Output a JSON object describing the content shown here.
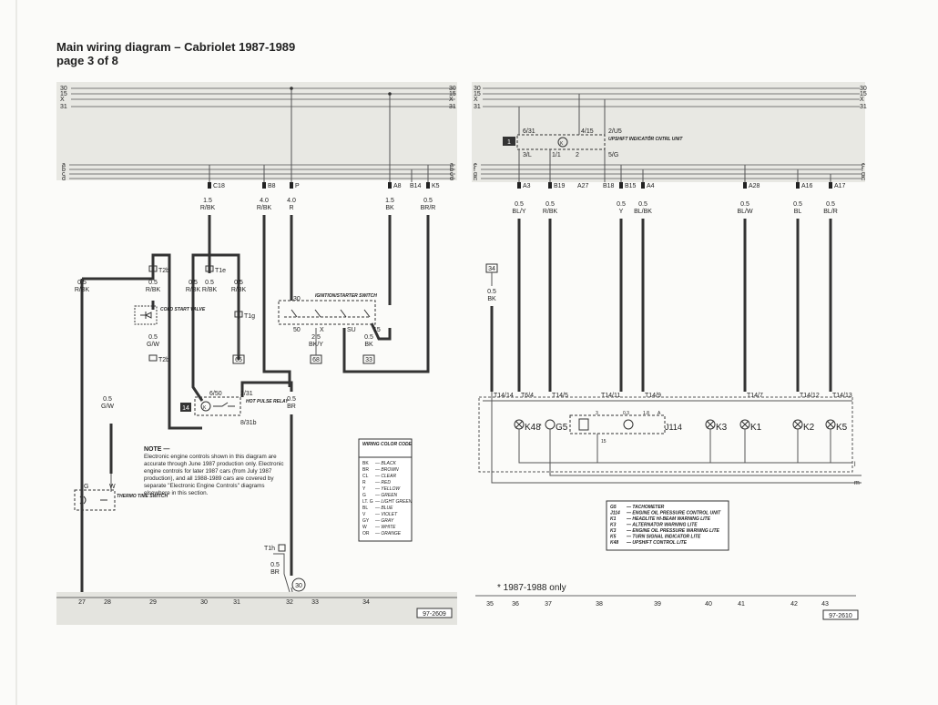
{
  "header": {
    "title": "Main wiring diagram – Cabriolet 1987-1989",
    "subtitle": "page 3 of 8"
  },
  "buses_left": {
    "top_l": [
      "30",
      "15",
      "X",
      "31"
    ],
    "top_r": [
      "30",
      "15",
      "X",
      "31"
    ],
    "mid_l": [
      "a",
      "b",
      "c",
      "d"
    ],
    "mid_r": [
      "a",
      "b",
      "c",
      "d"
    ]
  },
  "buses_right": {
    "top_l": [
      "30",
      "15",
      "X",
      "31"
    ],
    "top_r": [
      "30",
      "15",
      "X",
      "31"
    ],
    "mid_l": [
      "e",
      "f",
      "g",
      "h"
    ],
    "mid_r": [
      "e",
      "f",
      "g",
      "h"
    ]
  },
  "left_terminals": [
    "C18",
    "B8",
    "P",
    "A8",
    "B14",
    "K5"
  ],
  "left_wires": [
    {
      "size": "1.5",
      "color": "R/BK"
    },
    {
      "size": "4.0",
      "color": "R/BK"
    },
    {
      "size": "4.0",
      "color": "R"
    },
    {
      "size": "1.5",
      "color": "BK"
    },
    {
      "size": "0.5",
      "color": "BR/R"
    }
  ],
  "left_lower": {
    "w1": {
      "size": "0.5",
      "color": "R/BK"
    },
    "t2b": "T2b",
    "t1e": "T1e",
    "t1g": "T1g",
    "w2": {
      "size": "0.5",
      "color": "R/BK"
    },
    "w3": {
      "size": "0.5",
      "color": "R/BK"
    },
    "w4": {
      "size": "0.5",
      "color": "R/BK"
    },
    "w5": {
      "size": "0.5",
      "color": "R/BK"
    },
    "cold_start": "COLD START VALVE",
    "w6": {
      "size": "0.5",
      "color": "G/W"
    },
    "t2b_2": "T2b",
    "ref_65": "65",
    "ign_switch": "IGNITION/STARTER SWITCH",
    "ign_30": "30",
    "ign_50": "50",
    "ign_x": "X",
    "ign_su": "SU",
    "ign_15": "15",
    "w7": {
      "size": "2.5",
      "color": "BK/Y"
    },
    "w8": {
      "size": "0.5",
      "color": "BK"
    },
    "ref_68": "68",
    "ref_33": "33",
    "relay_ref": "14",
    "relay_pins": [
      "6/50",
      "2/31",
      "8/31b"
    ],
    "relay_name": "HOT PULSE RELAY",
    "w9": {
      "size": "0.5",
      "color": "BR"
    },
    "w10": {
      "size": "0.5",
      "color": "G/W"
    },
    "thermo": "THERMO TIME SWITCH",
    "thermo_g": "G",
    "thermo_w": "W",
    "t1h": "T1h",
    "w11": {
      "size": "0.5",
      "color": "BR"
    },
    "ground_30": "30"
  },
  "note": {
    "heading": "NOTE —",
    "body": "Electronic engine controls shown in this diagram are accurate through June 1987 production only. Electronic engine controls for later 1987 cars (from July 1987 production), and all 1988-1989 cars are covered by separate \"Electronic Engine Controls\" diagrams elsewhere in this section."
  },
  "color_code": {
    "title": "WIRING COLOR CODE",
    "rows": [
      [
        "BK",
        "BLACK"
      ],
      [
        "BR",
        "BROWN"
      ],
      [
        "CL",
        "CLEAR"
      ],
      [
        "R",
        "RED"
      ],
      [
        "Y",
        "YELLOW"
      ],
      [
        "G",
        "GREEN"
      ],
      [
        "LT. G",
        "LIGHT GREEN"
      ],
      [
        "BL",
        "BLUE"
      ],
      [
        "V",
        "VIOLET"
      ],
      [
        "GY",
        "GRAY"
      ],
      [
        "W",
        "WHITE"
      ],
      [
        "OR",
        "ORANGE"
      ]
    ]
  },
  "left_footer": {
    "numbers": [
      "27",
      "28",
      "29",
      "30",
      "31",
      "32",
      "33",
      "34"
    ],
    "code": "97-2609"
  },
  "right_upper": {
    "unit_ref": "1",
    "unit_name": "UPSHIFT INDICATOR CNTRL UNIT",
    "star": "*",
    "pins": [
      "6/31",
      "4/15",
      "2/U5",
      "3/L",
      "1/1",
      "2",
      "5/G"
    ]
  },
  "right_terminals": [
    "A3",
    "B19",
    "A27",
    "B18",
    "B15",
    "A4",
    "A28",
    "A16",
    "A17"
  ],
  "right_wires": [
    {
      "size": "0.5",
      "color": "BL/Y"
    },
    {
      "size": "0.5",
      "color": "R/BK"
    },
    {
      "size": "0.5",
      "color": "Y"
    },
    {
      "size": "0.5",
      "color": "BL/BK"
    },
    {
      "size": "0.5",
      "color": "BL/W"
    },
    {
      "size": "0.5",
      "color": "BL"
    },
    {
      "size": "0.5",
      "color": "BL/R"
    }
  ],
  "right_lower": {
    "ref_34": "34",
    "w34": {
      "size": "0.5",
      "color": "BK"
    },
    "cluster_pins": [
      "T14/14",
      "T6/4",
      "T14/5",
      "T14/11",
      "T14/9",
      "T14/7",
      "T14/12",
      "T14/13"
    ],
    "j114_pins": [
      "3",
      "0.3",
      "1.8",
      "A",
      "15"
    ],
    "k48": "K48",
    "k48_star": "*",
    "g5": "G5",
    "j114": "J114",
    "k3": "K3",
    "k1": "K1",
    "k2": "K2",
    "k5": "K5",
    "bus_l": "l",
    "bus_m": "m"
  },
  "legend": [
    [
      "G5",
      "TACHOMETER"
    ],
    [
      "J114",
      "ENGINE OIL PRESSURE CONTROL UNIT"
    ],
    [
      "K1",
      "HEADLITE HI-BEAM WARNING LITE"
    ],
    [
      "K3",
      "ALTERNATOR WARNING LITE"
    ],
    [
      "K3",
      "ENGINE OIL PRESSURE WARNING LITE"
    ],
    [
      "K5",
      "TURN SIGNAL INDICATOR LITE"
    ],
    [
      "K48",
      "UPSHIFT CONTROL LITE"
    ]
  ],
  "footnote": "* 1987-1988 only",
  "right_footer": {
    "numbers": [
      "35",
      "36",
      "37",
      "38",
      "39",
      "40",
      "41",
      "42",
      "43"
    ],
    "code": "97-2610"
  }
}
